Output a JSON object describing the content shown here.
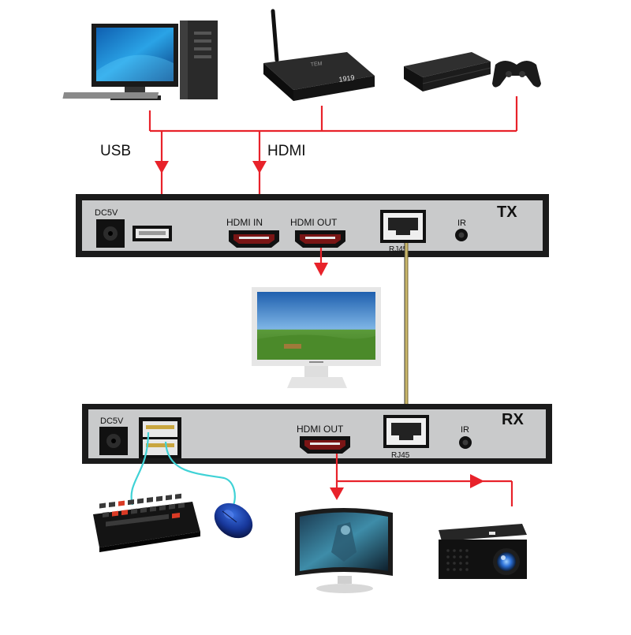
{
  "labels": {
    "usb": "USB",
    "hdmi": "HDMI"
  },
  "tx": {
    "title": "TX",
    "dc": "DC5V",
    "hdmi_in": "HDMI IN",
    "hdmi_out": "HDMI OUT",
    "rj45": "RJ45",
    "ir": "IR"
  },
  "rx": {
    "title": "RX",
    "dc": "DC5V",
    "hdmi_out": "HDMI OUT",
    "rj45": "RJ45",
    "ir": "IR"
  },
  "devices": {
    "settop_display": "1919"
  },
  "colors": {
    "signal_line": "#e8222a",
    "unit_body": "#c9cacb",
    "unit_border": "#1b1b1b",
    "usb_cable": "#3fd2d6",
    "rj45_cable": "#c8b66a"
  }
}
